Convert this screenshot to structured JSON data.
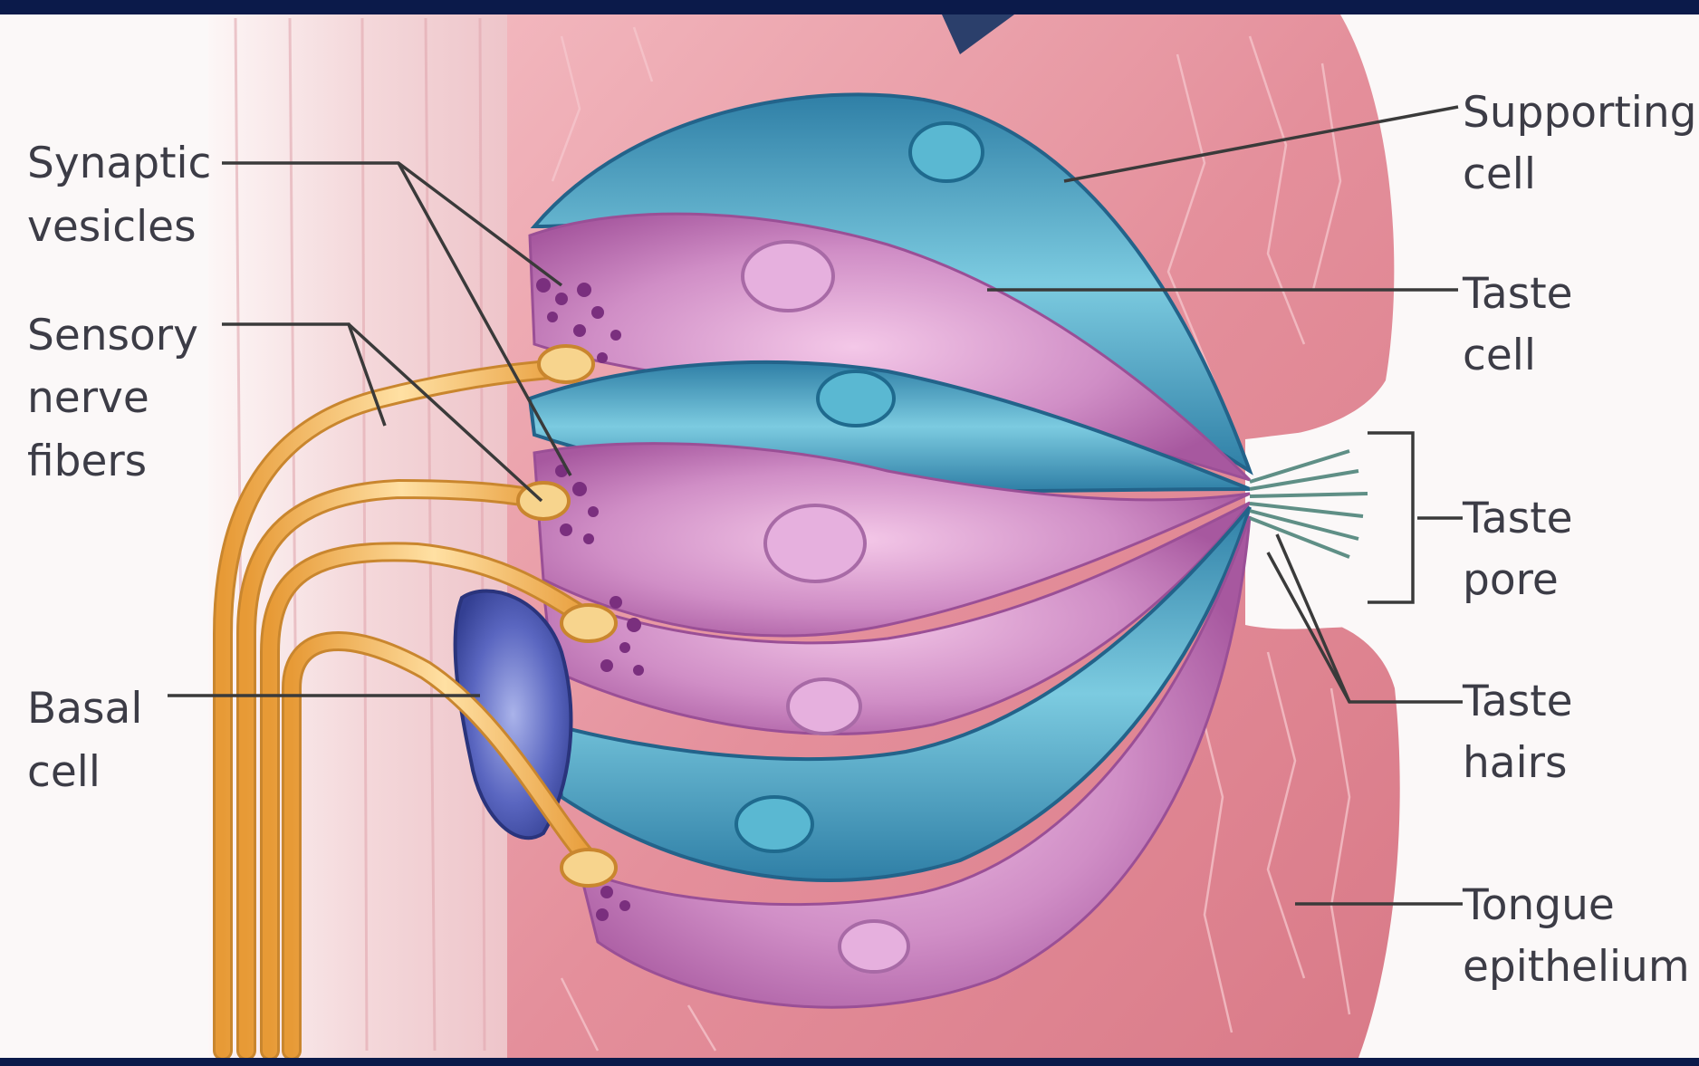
{
  "colors": {
    "frame": "#0b1a4a",
    "background": "#fbf8f8",
    "tongue_epithelium": "#e9a3ad",
    "taste_cell": "#c47fb9",
    "supporting_cell": "#4fa9c6",
    "basal_cell": "#5560b8",
    "nerve_fiber": "#f0b860",
    "synaptic_vesicles": "#7a2f7e",
    "label_text": "#3c3c46"
  },
  "labels": {
    "synaptic_vesicles": [
      "Synaptic",
      "vesicles"
    ],
    "sensory_nerve_fibers": [
      "Sensory",
      "nerve",
      "fibers"
    ],
    "basal_cell": [
      "Basal",
      "cell"
    ],
    "supporting_cell": [
      "Supporting",
      "cell"
    ],
    "taste_cell": [
      "Taste",
      "cell"
    ],
    "taste_pore": [
      "Taste",
      "pore"
    ],
    "taste_hairs": [
      "Taste",
      "hairs"
    ],
    "tongue_epithelium": [
      "Tongue",
      "epithelium"
    ]
  }
}
